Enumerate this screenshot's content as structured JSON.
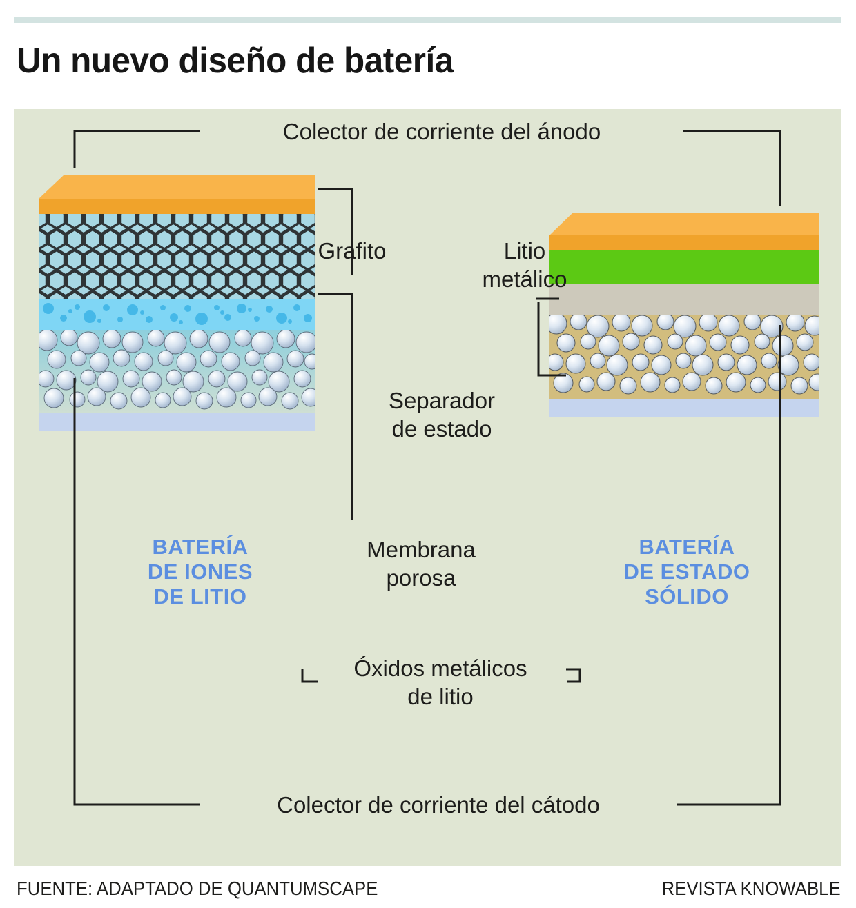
{
  "title": "Un nuevo diseño de batería",
  "panel": {
    "background_color": "#e0e6d3",
    "top_rule_color": "#d3e3e1"
  },
  "labels": {
    "anode_collector": "Colector de corriente del ánodo",
    "cathode_collector": "Colector de corriente del cátodo",
    "graphite": "Grafito",
    "lithium_metal": "Litio\nmetálico",
    "separator": "Separador\nde estado",
    "porous_membrane": "Membrana\nporosa",
    "metal_oxides": "Óxidos metálicos\nde litio"
  },
  "batteries": [
    {
      "name": "BATERÍA\nDE IONES\nDE LITIO",
      "name_color": "#5b8ee0",
      "layers": [
        {
          "id": "anode-current-collector",
          "name": "Colector de corriente del ánodo",
          "color": "#f9b44a"
        },
        {
          "id": "graphite-anode",
          "name": "Grafito",
          "color": "#9fd4e0"
        },
        {
          "id": "porous-membrane-separator",
          "name": "Membrana porosa",
          "color": "#7fd6f5"
        },
        {
          "id": "lithium-metal-oxide-cathode",
          "name": "Óxidos metálicos de litio",
          "color": "#a8d8da"
        },
        {
          "id": "cathode-current-collector",
          "name": "Colector de corriente del cátodo",
          "color": "#c5d4ee"
        }
      ]
    },
    {
      "name": "BATERÍA\nDE ESTADO\nSÓLIDO",
      "name_color": "#5b8ee0",
      "layers": [
        {
          "id": "anode-current-collector",
          "name": "Colector de corriente del ánodo",
          "color": "#f9b44a"
        },
        {
          "id": "lithium-metal-anode",
          "name": "Litio metálico",
          "color": "#5cc914"
        },
        {
          "id": "solid-state-separator",
          "name": "Separador de estado",
          "color": "#cdc9bb"
        },
        {
          "id": "lithium-metal-oxide-cathode",
          "name": "Óxidos metálicos de litio",
          "color": "#d2bd7e"
        },
        {
          "id": "cathode-current-collector",
          "name": "Colector de corriente del cátodo",
          "color": "#c5d4ee"
        }
      ]
    }
  ],
  "footer": {
    "source": "FUENTE: ADAPTADO DE QUANTUMSCAPE",
    "brand": "REVISTA KNOWABLE"
  }
}
